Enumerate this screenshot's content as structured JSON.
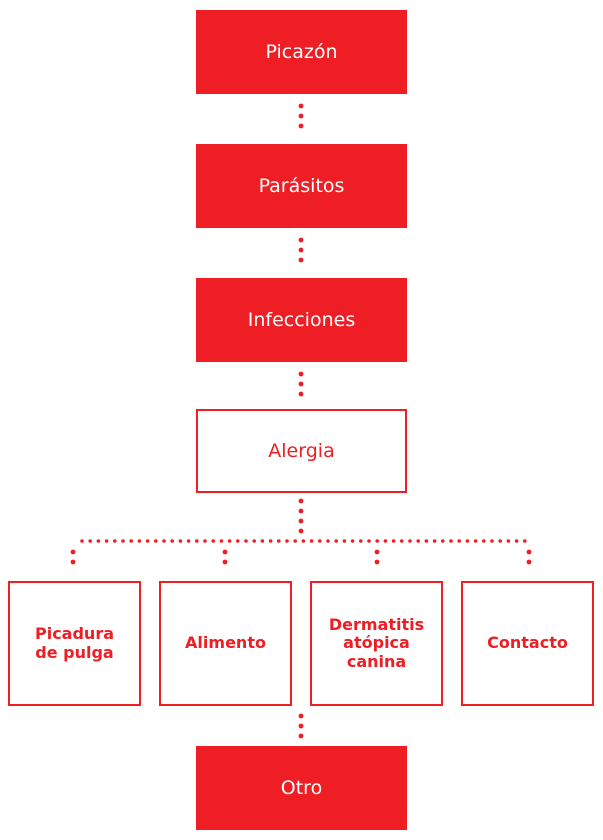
{
  "colors": {
    "accent": "#ee1e24",
    "text_on_accent": "#ffffff"
  },
  "diagram": {
    "main_chain": [
      {
        "label": "Picazón",
        "style": "filled"
      },
      {
        "label": "Parásitos",
        "style": "filled"
      },
      {
        "label": "Infecciones",
        "style": "filled"
      },
      {
        "label": "Alergia",
        "style": "outlined"
      }
    ],
    "allergy_types": [
      {
        "label": "Picadura\nde pulga"
      },
      {
        "label": "Alimento"
      },
      {
        "label": "Dermatitis\natópica\ncanina"
      },
      {
        "label": "Contacto"
      }
    ],
    "final": {
      "label": "Otro",
      "style": "filled"
    }
  }
}
